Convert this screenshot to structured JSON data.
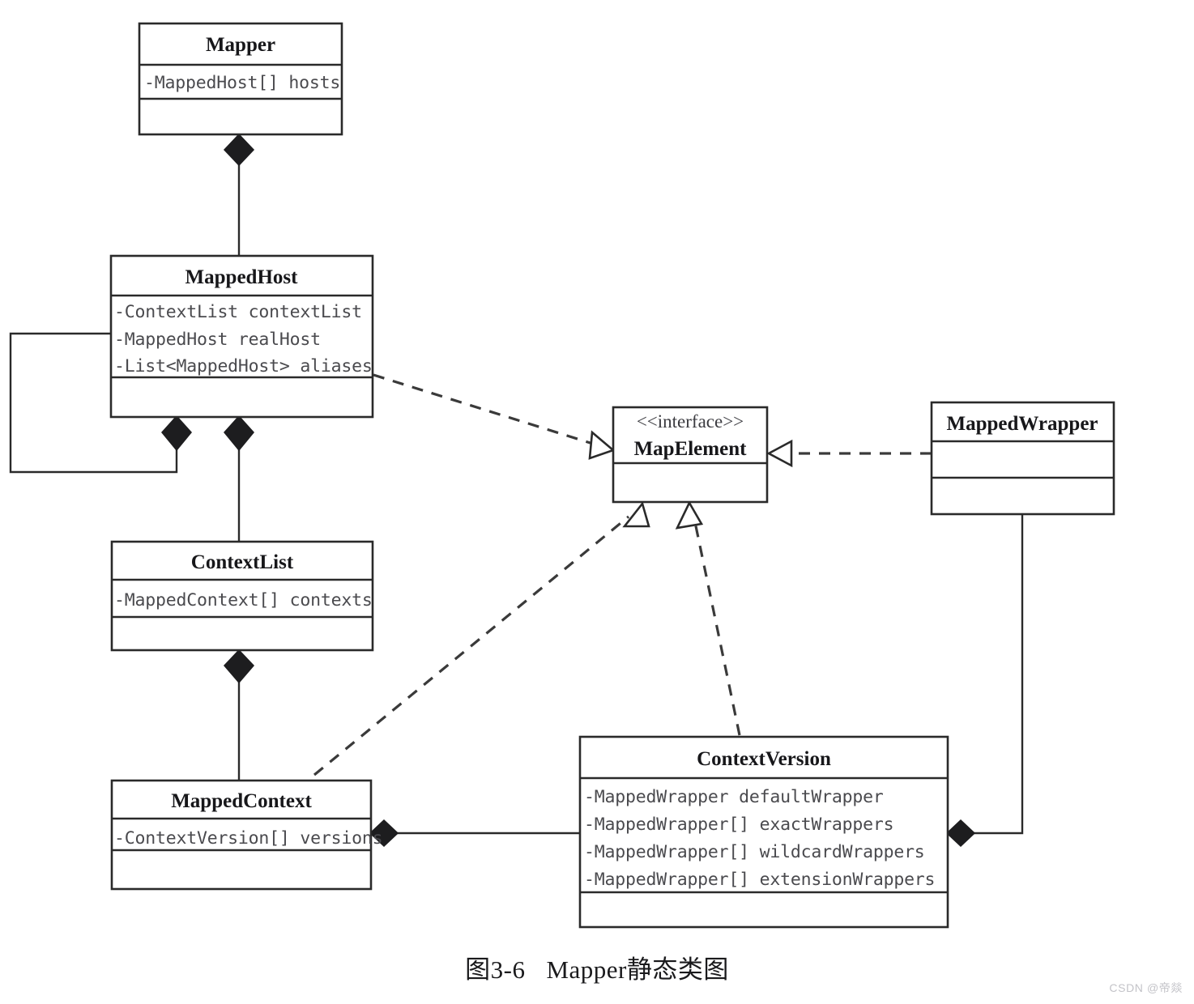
{
  "diagram": {
    "kind": "uml-class-diagram",
    "caption_number": "图3-6",
    "caption_title": "Mapper静态类图",
    "watermark": "CSDN @帝燚",
    "colors": {
      "line": "#2a2a2a",
      "box_fill": "#ffffff",
      "attr_text": "#4a4a4e",
      "title_text": "#17171a",
      "watermark": "#c3c3c8"
    },
    "classes": [
      {
        "id": "mapper",
        "name": "Mapper",
        "stereotype": "",
        "attributes": [
          "-MappedHost[] hosts"
        ],
        "operations": []
      },
      {
        "id": "mappedhost",
        "name": "MappedHost",
        "stereotype": "",
        "attributes": [
          "-ContextList contextList",
          "-MappedHost realHost",
          "-List<MappedHost> aliases"
        ],
        "operations": []
      },
      {
        "id": "mapelement",
        "name": "MapElement",
        "stereotype": "<<interface>>",
        "attributes": [],
        "operations": []
      },
      {
        "id": "mappedwrapper",
        "name": "MappedWrapper",
        "stereotype": "",
        "attributes": [],
        "operations": []
      },
      {
        "id": "contextlist",
        "name": "ContextList",
        "stereotype": "",
        "attributes": [
          "-MappedContext[] contexts"
        ],
        "operations": []
      },
      {
        "id": "mappedcontext",
        "name": "MappedContext",
        "stereotype": "",
        "attributes": [
          "-ContextVersion[] versions"
        ],
        "operations": []
      },
      {
        "id": "contextversion",
        "name": "ContextVersion",
        "stereotype": "",
        "attributes": [
          "-MappedWrapper defaultWrapper",
          "-MappedWrapper[] exactWrappers",
          "-MappedWrapper[] wildcardWrappers",
          "-MappedWrapper[] extensionWrappers"
        ],
        "operations": []
      }
    ],
    "relations": [
      {
        "id": "rel-mapper-mappedhost",
        "type": "composition",
        "from": "mapper",
        "to": "mappedhost"
      },
      {
        "id": "rel-mappedhost-self",
        "type": "composition",
        "from": "mappedhost",
        "to": "mappedhost"
      },
      {
        "id": "rel-mappedhost-contextlist",
        "type": "composition",
        "from": "mappedhost",
        "to": "contextlist"
      },
      {
        "id": "rel-contextlist-mappedcontext",
        "type": "composition",
        "from": "contextlist",
        "to": "mappedcontext"
      },
      {
        "id": "rel-mappedcontext-contextversion",
        "type": "composition",
        "from": "mappedcontext",
        "to": "contextversion"
      },
      {
        "id": "rel-contextversion-mappedwrapper",
        "type": "composition",
        "from": "contextversion",
        "to": "mappedwrapper"
      },
      {
        "id": "rel-mappedhost-mapelement",
        "type": "realization",
        "from": "mappedhost",
        "to": "mapelement"
      },
      {
        "id": "rel-mappedcontext-mapelement",
        "type": "realization",
        "from": "mappedcontext",
        "to": "mapelement"
      },
      {
        "id": "rel-contextversion-mapelement",
        "type": "realization",
        "from": "contextversion",
        "to": "mapelement"
      },
      {
        "id": "rel-mappedwrapper-mapelement",
        "type": "realization",
        "from": "mappedwrapper",
        "to": "mapelement"
      }
    ]
  }
}
